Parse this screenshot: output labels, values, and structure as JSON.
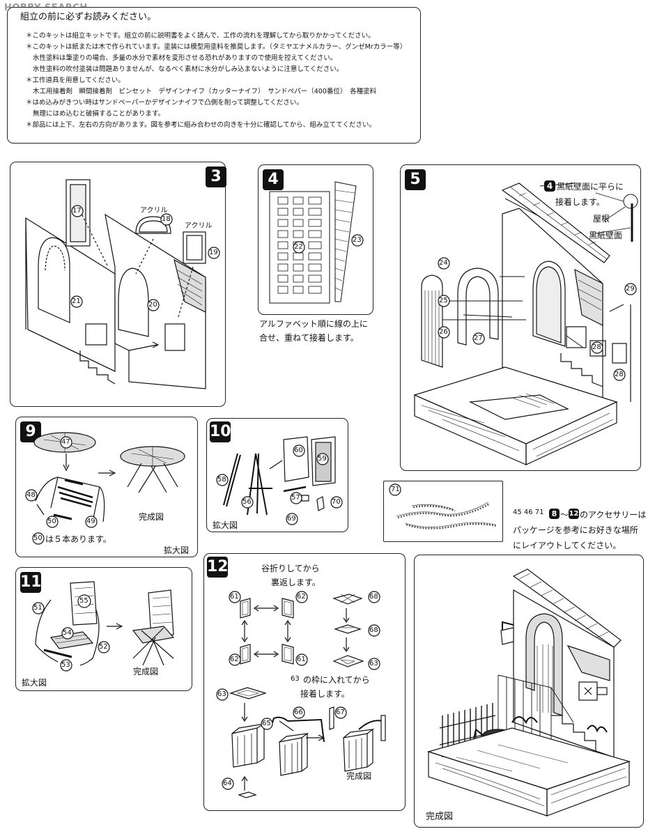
{
  "watermark": "HOBBY SEARCH",
  "notice": {
    "title": "組立の前に必ずお読みください。",
    "lines": [
      "＊このキットは組立キットです。組立の前に説明書をよく読んで、工作の流れを理解してから取りかかってください。",
      "＊このキットは紙または木で作られています。塗装には模型用塗料を推奨します。（タミヤエナメルカラー、グンゼMrカラー等）",
      "水性塗料は筆塗りの場合、多量の水分で素材を変形させる恐れがありますので使用を控えてください。",
      "水性塗料の吹付塗装は問題ありませんが、なるべく素材に水分がしみ込まないように注意してください。",
      "＊工作道具を用意してください。",
      "木工用接着剤　瞬間接着剤　ピンセット　デザインナイフ（カッターナイフ）　サンドペパー（400番位）　各種塗料",
      "＊はめ込みがきつい時はサンドペーパーかデザインナイフで凸側を削って調整してください。",
      "無理にはめ込むと破損することがあります。",
      "＊部品には上下、左右の方向があります。図を参考に組み合わせの向きを十分に確認してから、組み立ててください。"
    ]
  },
  "steps": {
    "s3": {
      "num": "3",
      "labels": {
        "acrylic_a": "アクリル",
        "acrylic_b": "アクリル"
      },
      "parts": [
        "17",
        "18",
        "19",
        "20",
        "21"
      ]
    },
    "s4": {
      "num": "4",
      "note_1": "アルファベット順に線の上に",
      "note_2": "合せ、重ねて接着します。",
      "parts": [
        "22",
        "23"
      ]
    },
    "s5": {
      "num": "5",
      "note_1": "黒紙壁面に平らに",
      "note_ref": "4",
      "note_2": "接着します。",
      "roof": "屋根",
      "wall": "黒紙壁面",
      "parts": [
        "24",
        "25",
        "26",
        "27",
        "28",
        "28",
        "29"
      ]
    },
    "s9": {
      "num": "9",
      "complete": "完成図",
      "note": "は５本あります。",
      "note_ref": "50",
      "zoom": "拡大図",
      "parts": [
        "47",
        "48",
        "49",
        "50"
      ]
    },
    "s10": {
      "num": "10",
      "zoom": "拡大図",
      "parts": [
        "56",
        "57",
        "58",
        "59",
        "60",
        "69",
        "70"
      ]
    },
    "s11": {
      "num": "11",
      "complete": "完成図",
      "zoom": "拡大図",
      "parts": [
        "51",
        "52",
        "53",
        "54",
        "55"
      ]
    },
    "s12": {
      "num": "12",
      "fold_1": "谷折りしてから",
      "fold_2": "裏返します。",
      "frame_1": "の枠に入れてから",
      "frame_ref": "63",
      "frame_2": "接着します。",
      "complete": "完成図",
      "parts": [
        "61",
        "62",
        "62",
        "61",
        "68",
        "68",
        "63",
        "63",
        "64",
        "65",
        "66",
        "67"
      ]
    }
  },
  "part71": "71",
  "accessory": {
    "line_1_refs": "45 46 71",
    "line_1_steps_a": "8",
    "line_1_tilde": "〜",
    "line_1_steps_b": "12",
    "line_1_text": "のアクセサリーは",
    "line_2": "パッケージを参考にお好きな場所",
    "line_3": "にレイアウトしてください。"
  },
  "final": {
    "caption": "完成図"
  }
}
